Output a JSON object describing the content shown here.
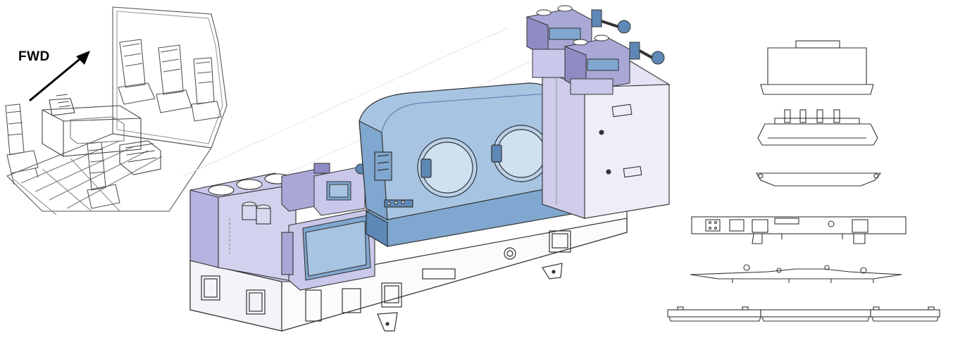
{
  "labels": {
    "fwd": "FWD"
  },
  "colors": {
    "line": "#2b2b2b",
    "light_line": "#8a8a8a",
    "module_body": "#c9c8ea",
    "module_shade": "#a9a7d6",
    "module_dark": "#8f8cc4",
    "incubator": "#7fa7cf",
    "incubator_light": "#a7c4e2",
    "incubator_dark": "#5e88b6",
    "sketch": "#555555"
  },
  "views": [
    {
      "name": "cabin-isometric-view"
    },
    {
      "name": "module-isometric-view"
    },
    {
      "name": "orthographic-views"
    }
  ]
}
